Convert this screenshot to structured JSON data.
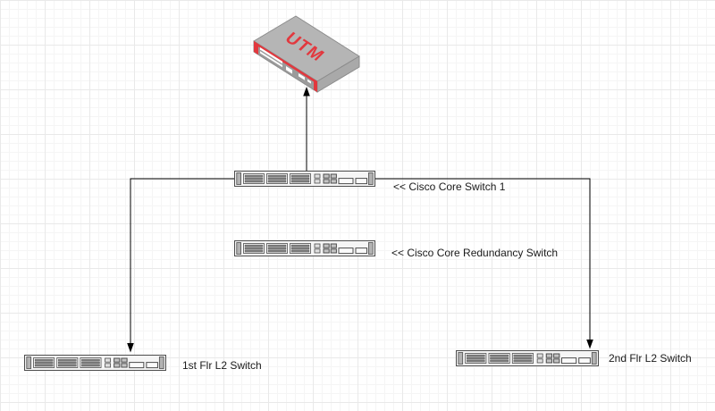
{
  "diagram": {
    "type": "network-topology",
    "devices": {
      "utm": {
        "label": "UTM",
        "kind": "utm-firewall-appliance"
      },
      "core_switch": {
        "label": "<< Cisco Core Switch 1",
        "kind": "rack-switch"
      },
      "redundancy_switch": {
        "label": "<< Cisco Core Redundancy Switch",
        "kind": "rack-switch"
      },
      "first_floor_switch": {
        "label": "1st Flr L2 Switch",
        "kind": "rack-switch"
      },
      "second_floor_switch": {
        "label": "2nd Flr L2 Switch",
        "kind": "rack-switch"
      }
    },
    "connections": [
      {
        "from": "core_switch",
        "to": "utm",
        "arrow_at": "utm"
      },
      {
        "from": "core_switch",
        "to": "first_floor_switch",
        "arrow_at": "first_floor_switch"
      },
      {
        "from": "core_switch",
        "to": "second_floor_switch",
        "arrow_at": "second_floor_switch"
      }
    ]
  },
  "colors": {
    "accent": "#e2383e",
    "edge": "#000000",
    "shape_stroke": "#4d4d4d",
    "shape_fill": "#f5f5f5",
    "grid_minor": "#f5f5f5",
    "grid_major": "#e9e9e9",
    "label_text": "#1a1a1a"
  }
}
